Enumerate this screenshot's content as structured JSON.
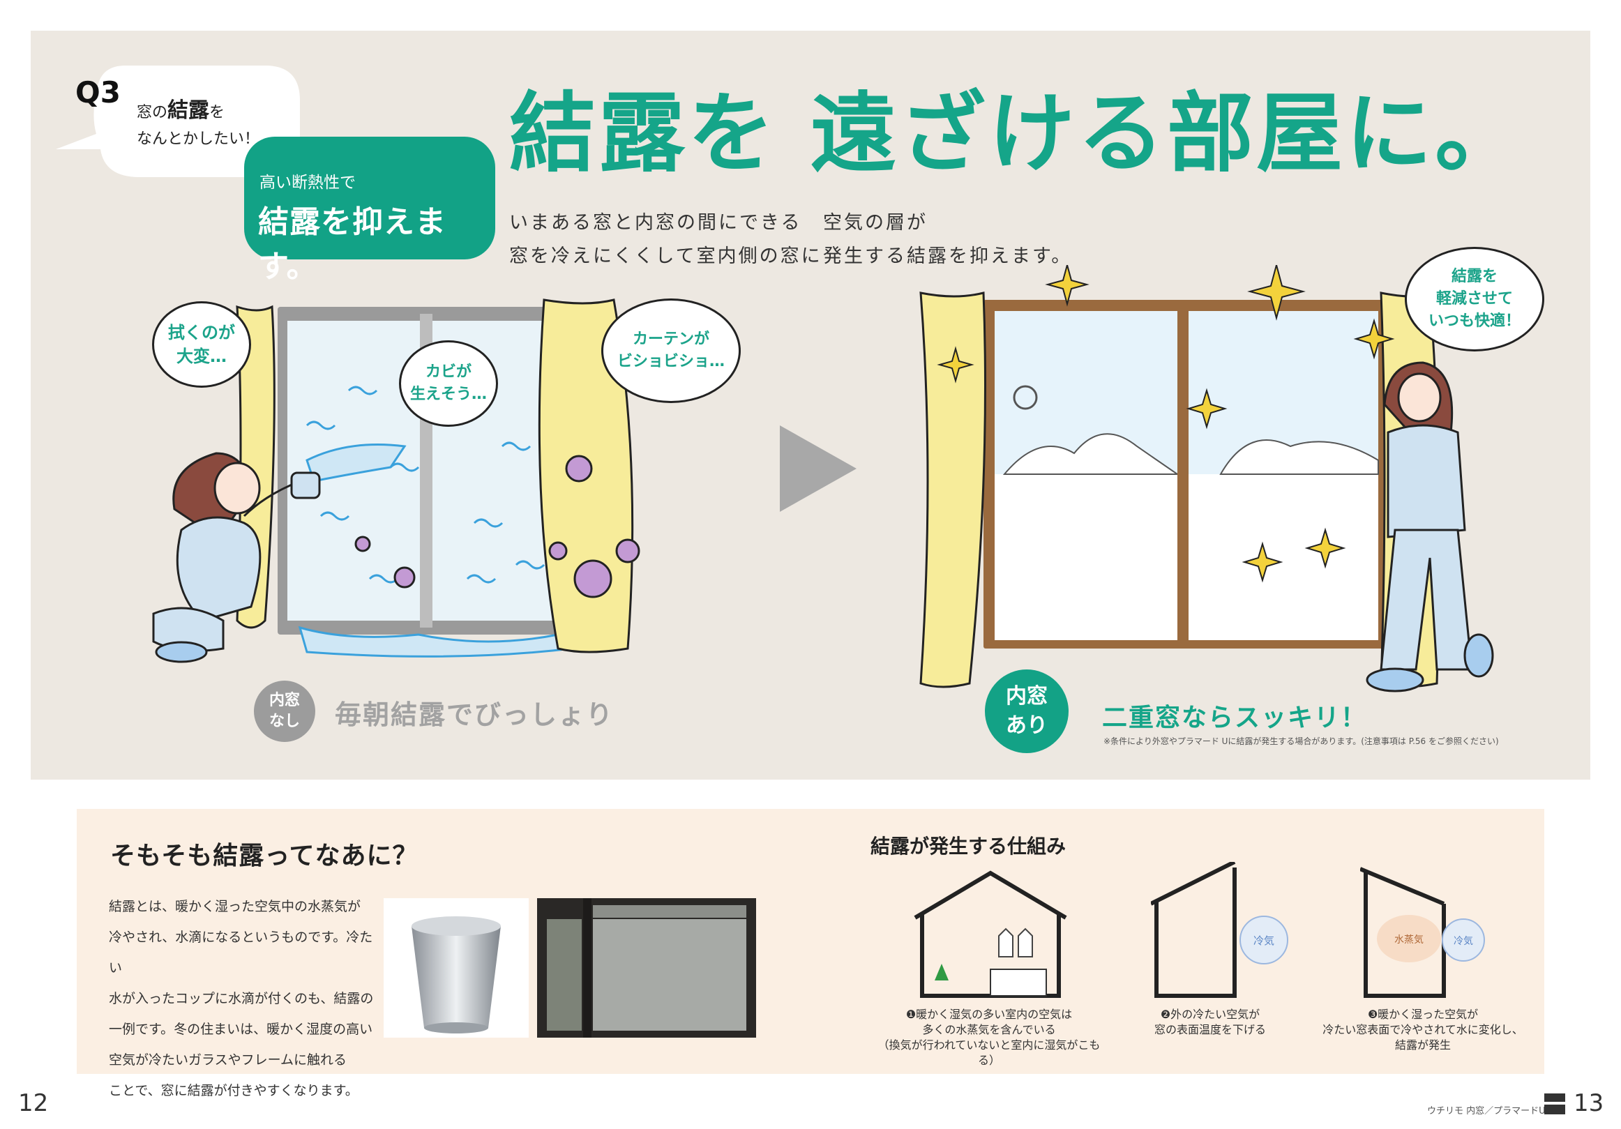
{
  "q_label": {
    "num": "Q3",
    "line1_pre": "窓の",
    "line1_big": "結露",
    "line1_post": "を",
    "line2": "なんとかしたい！"
  },
  "pill": {
    "sub": "高い断熱性で",
    "main": "結露を抑えます。"
  },
  "headline": "結露を 遠ざける部屋に。",
  "lead": {
    "col1": [
      "いまある窓と内窓の間にできる",
      "窓を冷えにくくして室内側の窓に"
    ],
    "col2": [
      "空気の層が",
      "発生する結露を抑えます。"
    ]
  },
  "left_scene": {
    "bubble1": [
      "拭くのが",
      "大変…"
    ],
    "bubble2": [
      "カビが",
      "生えそう…"
    ],
    "bubble3": [
      "カーテンが",
      "ビショビショ…"
    ],
    "circle": [
      "内窓",
      "なし"
    ],
    "caption": "毎朝結露でびっしょり"
  },
  "right_scene": {
    "bubble": [
      "結露を",
      "軽減させて",
      "いつも快適！"
    ],
    "circle": [
      "内窓",
      "あり"
    ],
    "caption": "二重窓ならスッキリ！",
    "fine_print": "※条件により外窓やプラマード Uに結露が発生する場合があります。(注意事項は P.56 をご参照ください)"
  },
  "bottom": {
    "title": "そもそも結露ってなあに？",
    "body": [
      "結露とは、暖かく湿った空気中の水蒸気が",
      "冷やされ、水滴になるというものです。冷たい",
      "水が入ったコップに水滴が付くのも、結露の",
      "一例です。冬の住まいは、暖かく湿度の高い",
      "空気が冷たいガラスやフレームに触れる",
      "ことで、窓に結露が付きやすくなります。"
    ],
    "mech_title": "結露が発生する仕組み",
    "step1": [
      "❶暖かく湿気の多い室内の空気は",
      "多くの水蒸気を含んでいる",
      "（換気が行われていないと室内に湿気がこもる）"
    ],
    "step2": [
      "❷外の冷たい空気が",
      "窓の表面温度を下げる"
    ],
    "step3": [
      "❸暖かく湿った空気が",
      "冷たい窓表面で冷やされて水に変化し、",
      "結露が発生"
    ],
    "label_cold": "冷気",
    "label_vapor": "水蒸気"
  },
  "footer": {
    "page_left": "12",
    "page_right": "13",
    "note": "ウチリモ 内窓／プラマードU"
  },
  "colors": {
    "accent": "#15a589",
    "panel": "#ede8e1",
    "bottom_panel": "#fbefe3"
  }
}
